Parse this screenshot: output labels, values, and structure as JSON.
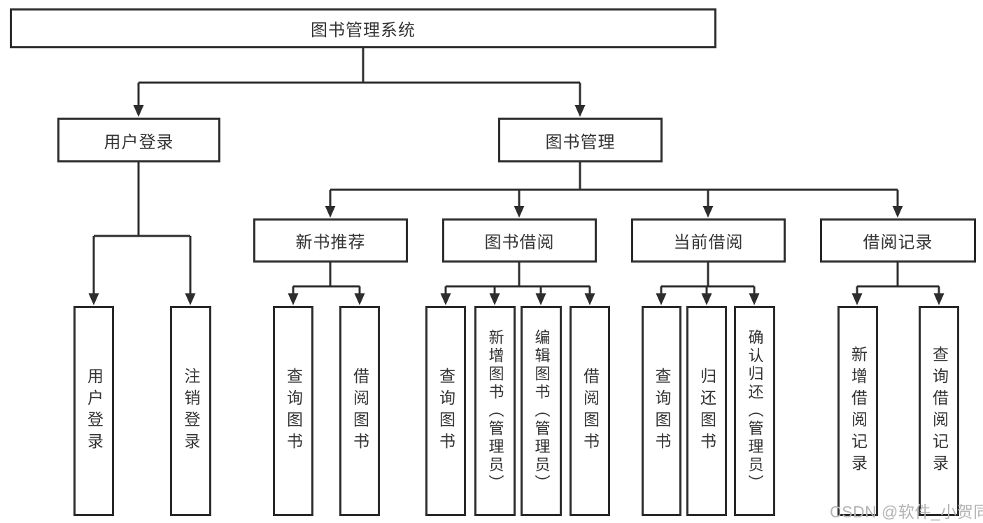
{
  "diagram": {
    "root": "图书管理系统",
    "login": {
      "label": "用户登录",
      "children": [
        "用户登录",
        "注销登录"
      ]
    },
    "management": {
      "label": "图书管理",
      "groups": [
        {
          "label": "新书推荐",
          "children": [
            "查询图书",
            "借阅图书"
          ]
        },
        {
          "label": "图书借阅",
          "children": [
            "查询图书",
            "新增图书（管理员）",
            "编辑图书（管理员）",
            "借阅图书"
          ]
        },
        {
          "label": "当前借阅",
          "children": [
            "查询图书",
            "归还图书",
            "确认归还（管理员）"
          ]
        },
        {
          "label": "借阅记录",
          "children": [
            "新增借阅记录",
            "查询借阅记录"
          ]
        }
      ]
    }
  },
  "watermark": "CSDN @软件_小贺同学",
  "colors": {
    "line": "#2d2d2d",
    "box_border": "#2d2d2d",
    "text": "#333333",
    "watermark": "#b4b4b4",
    "background": "#ffffff"
  }
}
